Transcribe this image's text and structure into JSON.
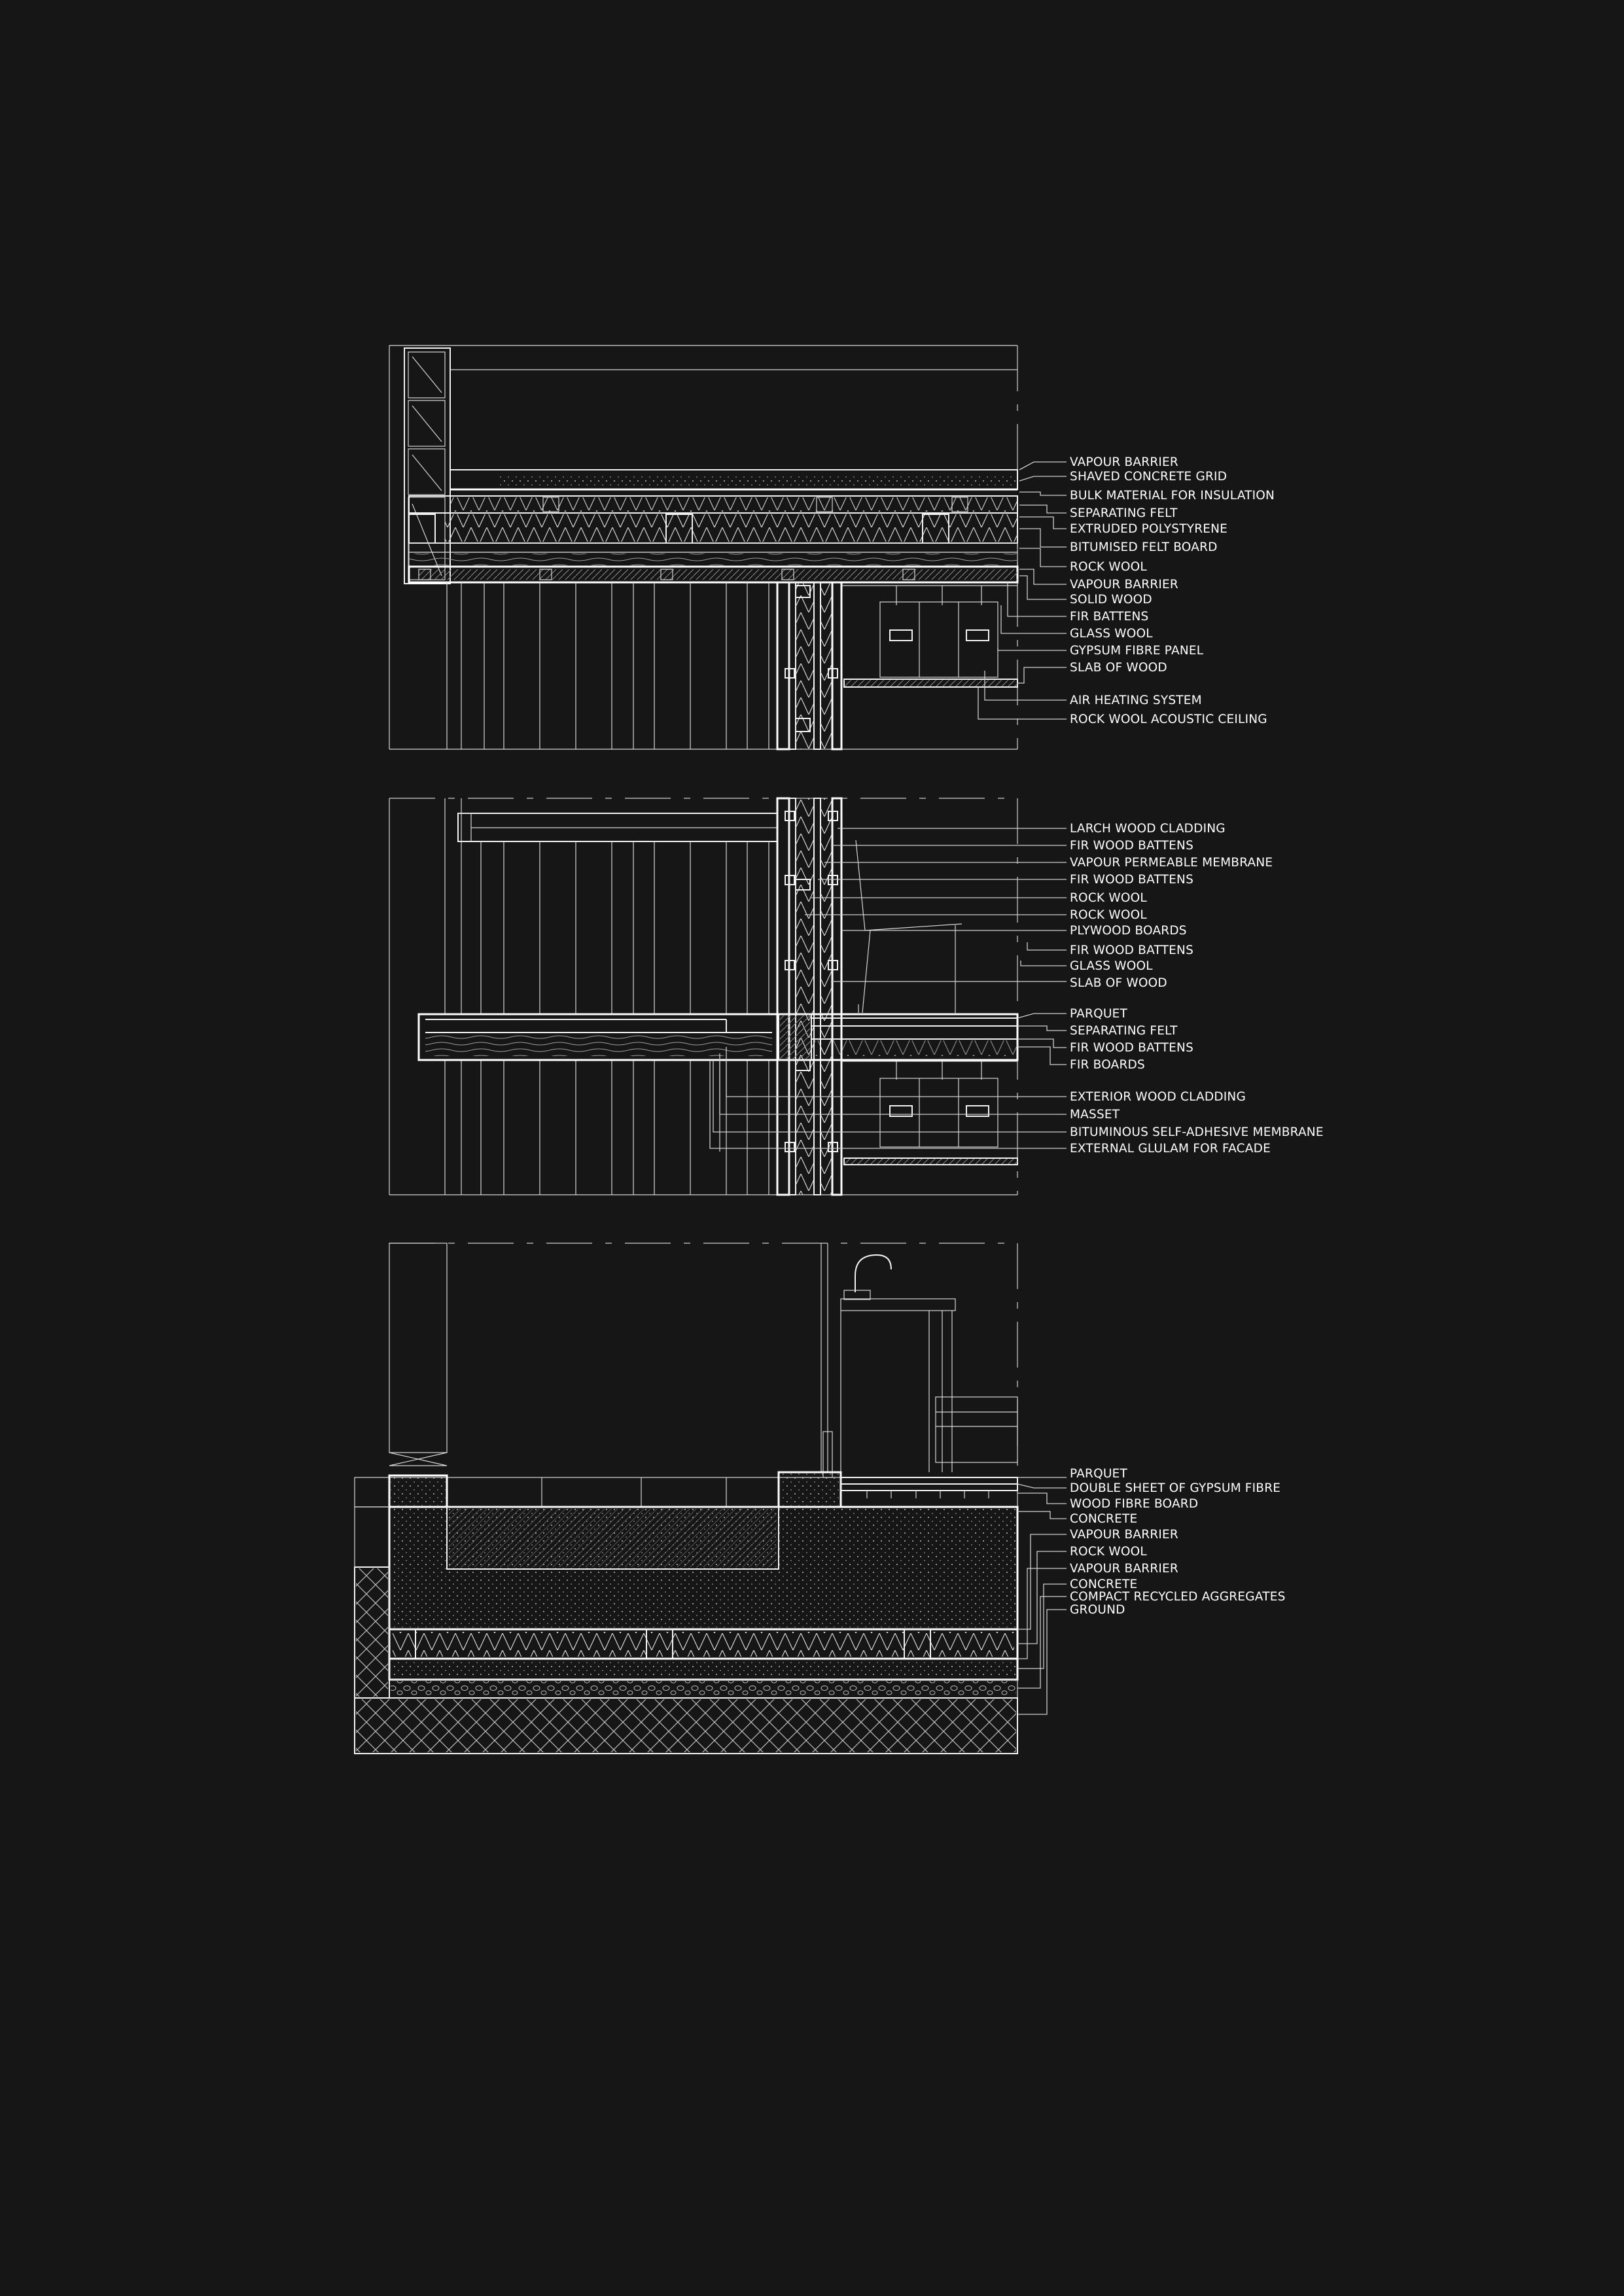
{
  "details": [
    {
      "id": "roof",
      "labels": [
        "VAPOUR BARRIER",
        "SHAVED CONCRETE GRID",
        "BULK MATERIAL FOR INSULATION",
        "SEPARATING FELT",
        "EXTRUDED POLYSTYRENE",
        "BITUMISED FELT BOARD",
        "ROCK WOOL",
        "VAPOUR BARRIER",
        "SOLID WOOD",
        "FIR BATTENS",
        "GLASS WOOL",
        "GYPSUM FIBRE PANEL",
        "SLAB OF WOOD",
        "AIR HEATING SYSTEM",
        "ROCK WOOL ACOUSTIC CEILING"
      ]
    },
    {
      "id": "floor",
      "labels": [
        "LARCH WOOD CLADDING",
        "FIR WOOD BATTENS",
        "VAPOUR PERMEABLE MEMBRANE",
        "FIR WOOD BATTENS",
        "ROCK WOOL",
        "ROCK WOOL",
        "PLYWOOD BOARDS",
        "FIR WOOD BATTENS",
        "GLASS WOOL",
        "SLAB OF WOOD",
        "PARQUET",
        "SEPARATING FELT",
        "FIR WOOD BATTENS",
        "FIR BOARDS",
        "EXTERIOR WOOD CLADDING",
        "MASSET",
        "BITUMINOUS SELF-ADHESIVE MEMBRANE",
        "EXTERNAL GLULAM FOR FACADE"
      ]
    },
    {
      "id": "foundation",
      "labels": [
        "PARQUET",
        "DOUBLE SHEET OF GYPSUM FIBRE",
        "WOOD FIBRE BOARD",
        "CONCRETE",
        "VAPOUR BARRIER",
        "ROCK WOOL",
        "VAPOUR BARRIER",
        "CONCRETE",
        "COMPACT RECYCLED AGGREGATES",
        "GROUND"
      ]
    }
  ]
}
